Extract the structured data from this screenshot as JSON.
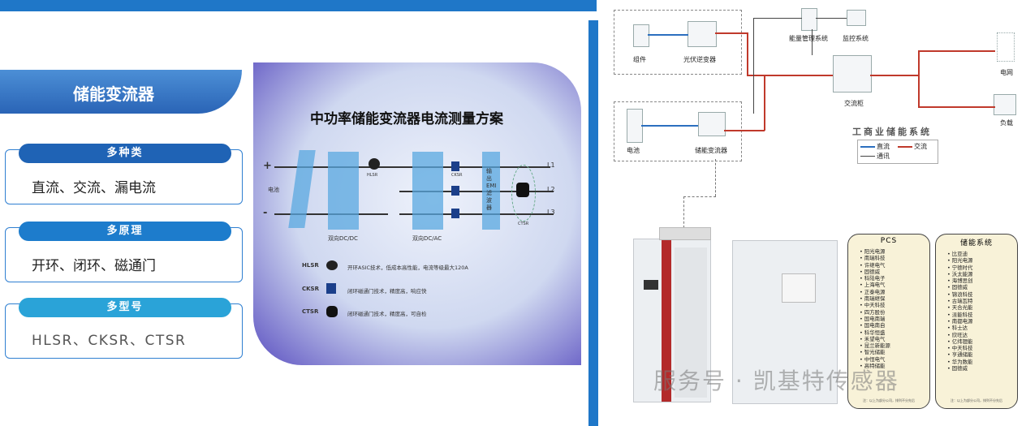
{
  "left": {
    "title": "储能变流器",
    "cards": [
      {
        "pill": "多种类",
        "text": "直流、交流、漏电流",
        "pill_color": "#1f63b5"
      },
      {
        "pill": "多原理",
        "text": "开环、闭环、磁通门",
        "pill_color": "#1d7ccc"
      },
      {
        "pill": "多型号",
        "text": "HLSR、CKSR、CTSR",
        "pill_color": "#2aa3d8"
      }
    ]
  },
  "photo": {
    "title": "中功率储能变流器电流测量方案",
    "battery": "电池",
    "plus": "+",
    "minus": "-",
    "dcdc": "双向DC/DC",
    "dcac": "双向DC/AC",
    "emi": "输出EMI滤波器",
    "hlsr_small": "HLSR",
    "cksr_small": "CKSR",
    "ctsr_small": "CTSR",
    "outputs": [
      "L1",
      "L2",
      "L3"
    ],
    "legend": [
      {
        "name": "HLSR",
        "desc": "开环ASIC技术，低成本高性能，电流等级最大120A"
      },
      {
        "name": "CKSR",
        "desc": "闭环磁通门技术，精度高，响应快"
      },
      {
        "name": "CTSR",
        "desc": "闭环磁通门技术，精度高，可自检"
      }
    ]
  },
  "diagram": {
    "component": "组件",
    "pv_inverter": "光伏逆变器",
    "ems": "能量管理系统",
    "monitor": "监控系统",
    "grid": "电网",
    "ac_cabinet": "交流柜",
    "load": "负载",
    "battery": "电池",
    "pcs": "储能变流器",
    "system_title": "工商业储能系统",
    "legend_dc": "直流",
    "legend_ac": "交流",
    "legend_comm": "通讯",
    "colors": {
      "dc": "#2b6fbf",
      "ac": "#c0392b",
      "comm": "#444444"
    }
  },
  "pcs_panel": {
    "title": "PCS",
    "items": [
      "阳光电源",
      "南瑞科技",
      "许继电气",
      "固德威",
      "科陆电子",
      "上海电气",
      "正泰电源",
      "南瑞继保",
      "中天科技",
      "四方股份",
      "国电南瑞",
      "国电南自",
      "科华恒盛",
      "禾望电气",
      "昆兰新能源",
      "智光储能",
      "中恒电气",
      "高特储能"
    ],
    "footnote": "注：以上为部分公司，排列不分先后"
  },
  "ess_panel": {
    "title": "储能系统",
    "items": [
      "比亚迪",
      "阳光电源",
      "宁德时代",
      "沃太能源",
      "海博思创",
      "固德威",
      "锦浪科技",
      "古瑞瓦特",
      "天合光能",
      "派能科技",
      "南都电源",
      "科士达",
      "欣旺达",
      "亿纬锂能",
      "中天科技",
      "亨通储能",
      "华为数能",
      "固德威"
    ],
    "footnote": "注：以上为部分公司，排列不分先后"
  },
  "watermark": "服务号 · 凯基特传感器"
}
